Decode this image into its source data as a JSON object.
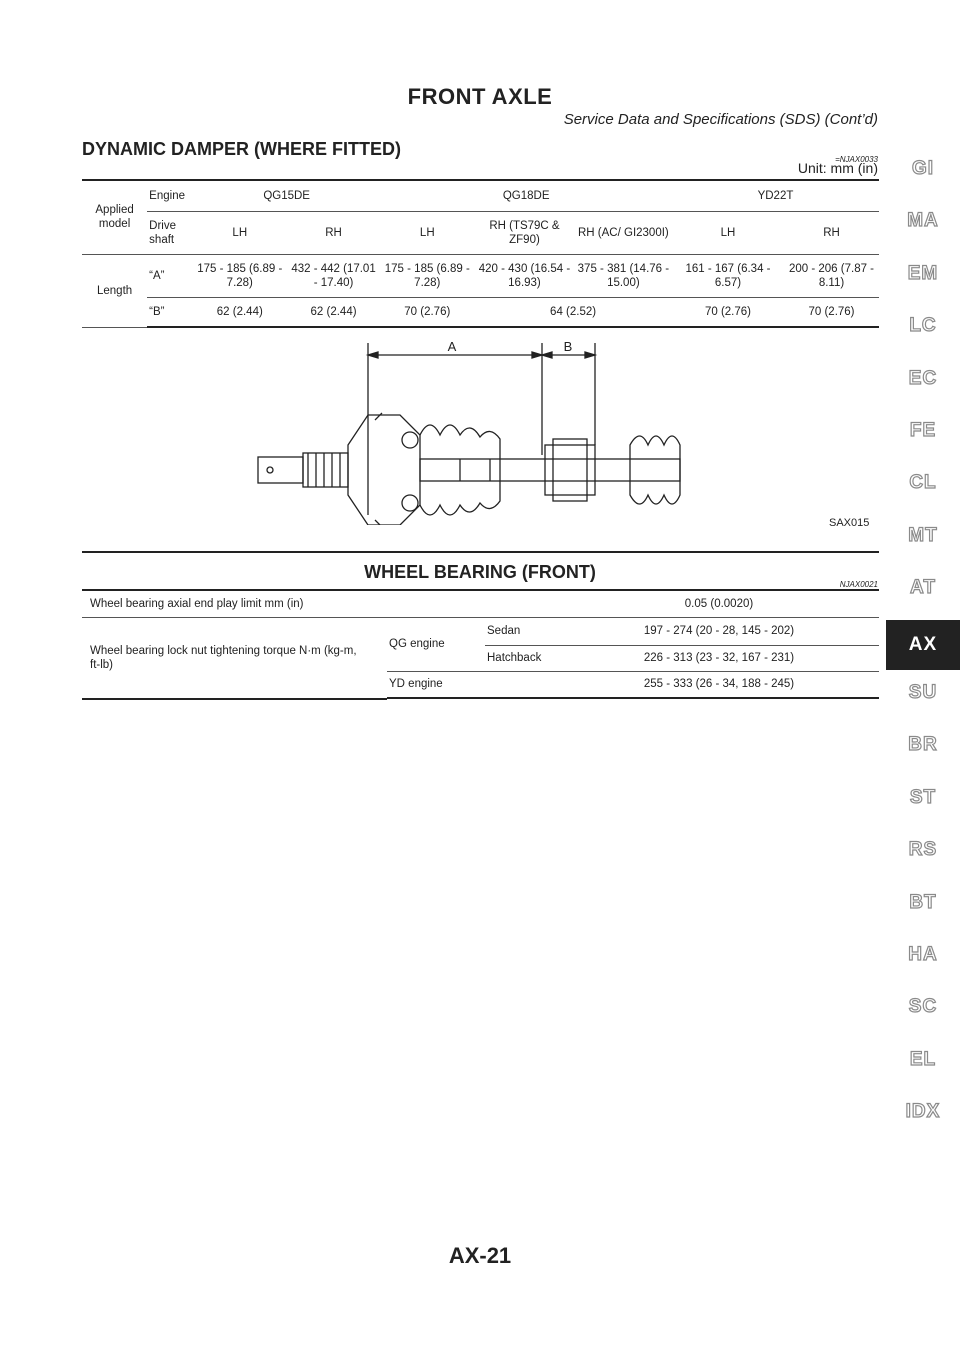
{
  "header": {
    "title": "FRONT AXLE",
    "subtitle": "Service Data and Specifications (SDS) (Cont’d)"
  },
  "damper": {
    "title": "DYNAMIC DAMPER (WHERE FITTED)",
    "code": "=NJAX0033",
    "unit": "Unit: mm (in)",
    "applied_label": "Applied model",
    "engine_label": "Engine",
    "engines": [
      "QG15DE",
      "QG18DE",
      "YD22T"
    ],
    "drive_label": "Drive shaft",
    "shafts": [
      "LH",
      "RH",
      "LH",
      "RH (TS79C & ZF90)",
      "RH (AC/ GI2300I)",
      "LH",
      "RH"
    ],
    "length_label": "Length",
    "a_label": "“A”",
    "a_values": [
      "175 - 185 (6.89 - 7.28)",
      "432 - 442 (17.01 - 17.40)",
      "175 - 185 (6.89 - 7.28)",
      "420 - 430 (16.54 - 16.93)",
      "375 - 381 (14.76 - 15.00)",
      "161 - 167 (6.34 - 6.57)",
      "200 - 206 (7.87 - 8.11)"
    ],
    "b_label": "“B”",
    "b_values": [
      "62 (2.44)",
      "62 (2.44)",
      "70 (2.76)",
      "64 (2.52)",
      "70 (2.76)",
      "70 (2.76)"
    ]
  },
  "figure": {
    "dim_a": "A",
    "dim_b": "B",
    "code": "SAX015"
  },
  "bearing": {
    "title": "WHEEL BEARING (FRONT)",
    "code": "NJAX0021",
    "end_play_label": "Wheel bearing axial end play limit    mm (in)",
    "end_play_value": "0.05 (0.0020)",
    "torque_label": "Wheel bearing lock nut tightening torque    N·m (kg-m, ft-lb)",
    "qg_label": "QG engine",
    "sedan_label": "Sedan",
    "sedan_value": "197 - 274 (20 - 28, 145 - 202)",
    "hatch_label": "Hatchback",
    "hatch_value": "226 - 313 (23 - 32, 167 - 231)",
    "yd_label": "YD engine",
    "yd_value": "255 - 333 (26 - 34, 188 - 245)"
  },
  "sidebar": [
    "GI",
    "MA",
    "EM",
    "LC",
    "EC",
    "FE",
    "CL",
    "MT",
    "AT",
    "AX",
    "SU",
    "BR",
    "ST",
    "RS",
    "BT",
    "HA",
    "SC",
    "EL",
    "IDX"
  ],
  "sidebar_active": "AX",
  "footer": {
    "page": "AX-21"
  }
}
